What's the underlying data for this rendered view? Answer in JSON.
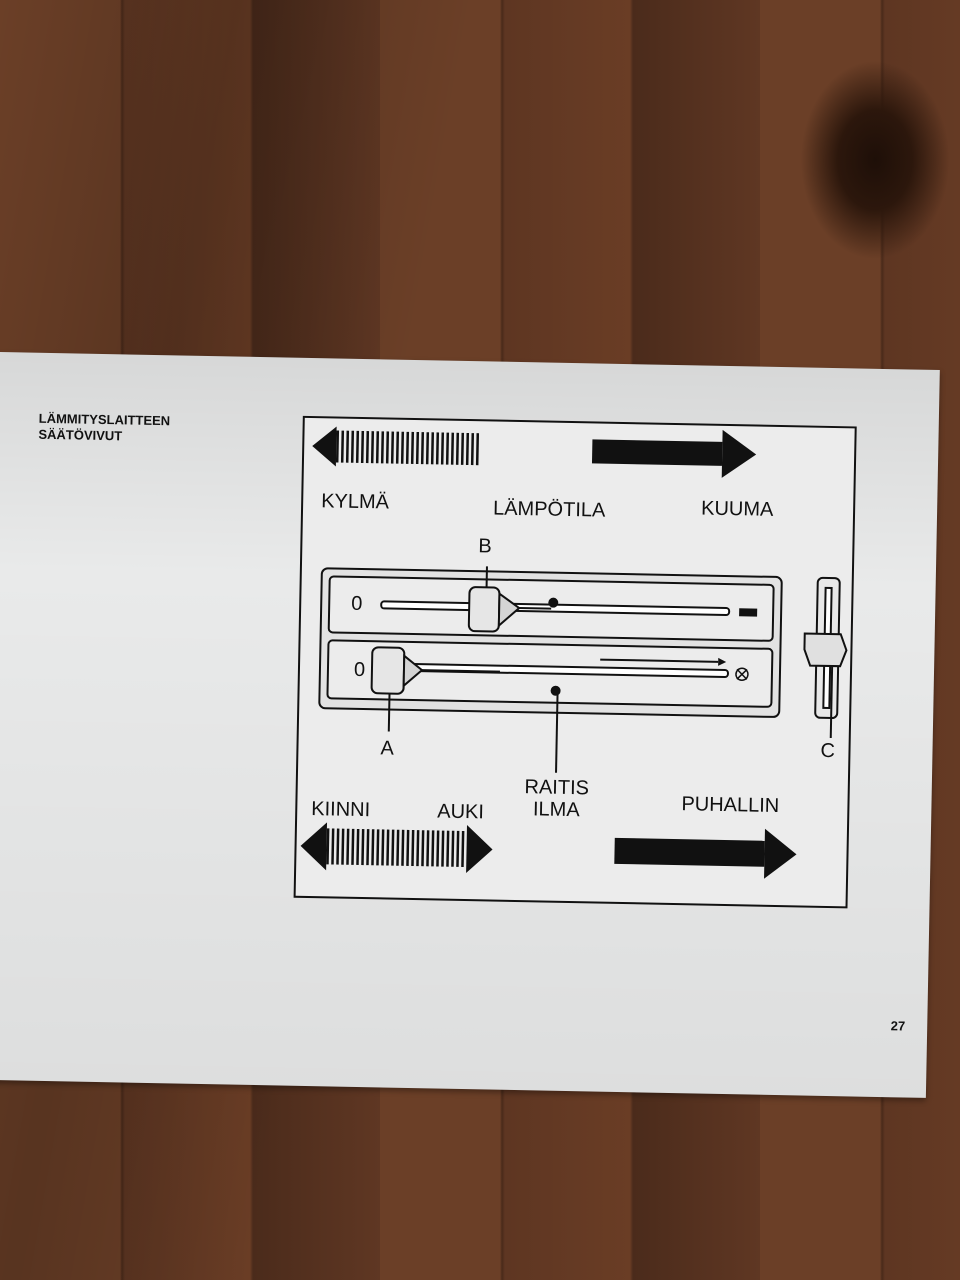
{
  "page": {
    "heading_line1": "LÄMMITYSLAITTEEN",
    "heading_line2": "SÄÄTÖVIVUT",
    "page_number": "27"
  },
  "figure": {
    "cold": "KYLMÄ",
    "temperature": "LÄMPÖTILA",
    "hot": "KUUMA",
    "lever_b": "B",
    "lever_a": "A",
    "lever_c": "C",
    "zero_top": "0",
    "zero_bottom": "0",
    "closed": "KIINNI",
    "open": "AUKI",
    "fresh_air_line1": "RAITIS",
    "fresh_air_line2": "ILMA",
    "fan": "PUHALLIN"
  },
  "icons": [
    "arrow-left-icon",
    "arrow-right-icon",
    "double-arrow-icon",
    "fan-icon"
  ]
}
